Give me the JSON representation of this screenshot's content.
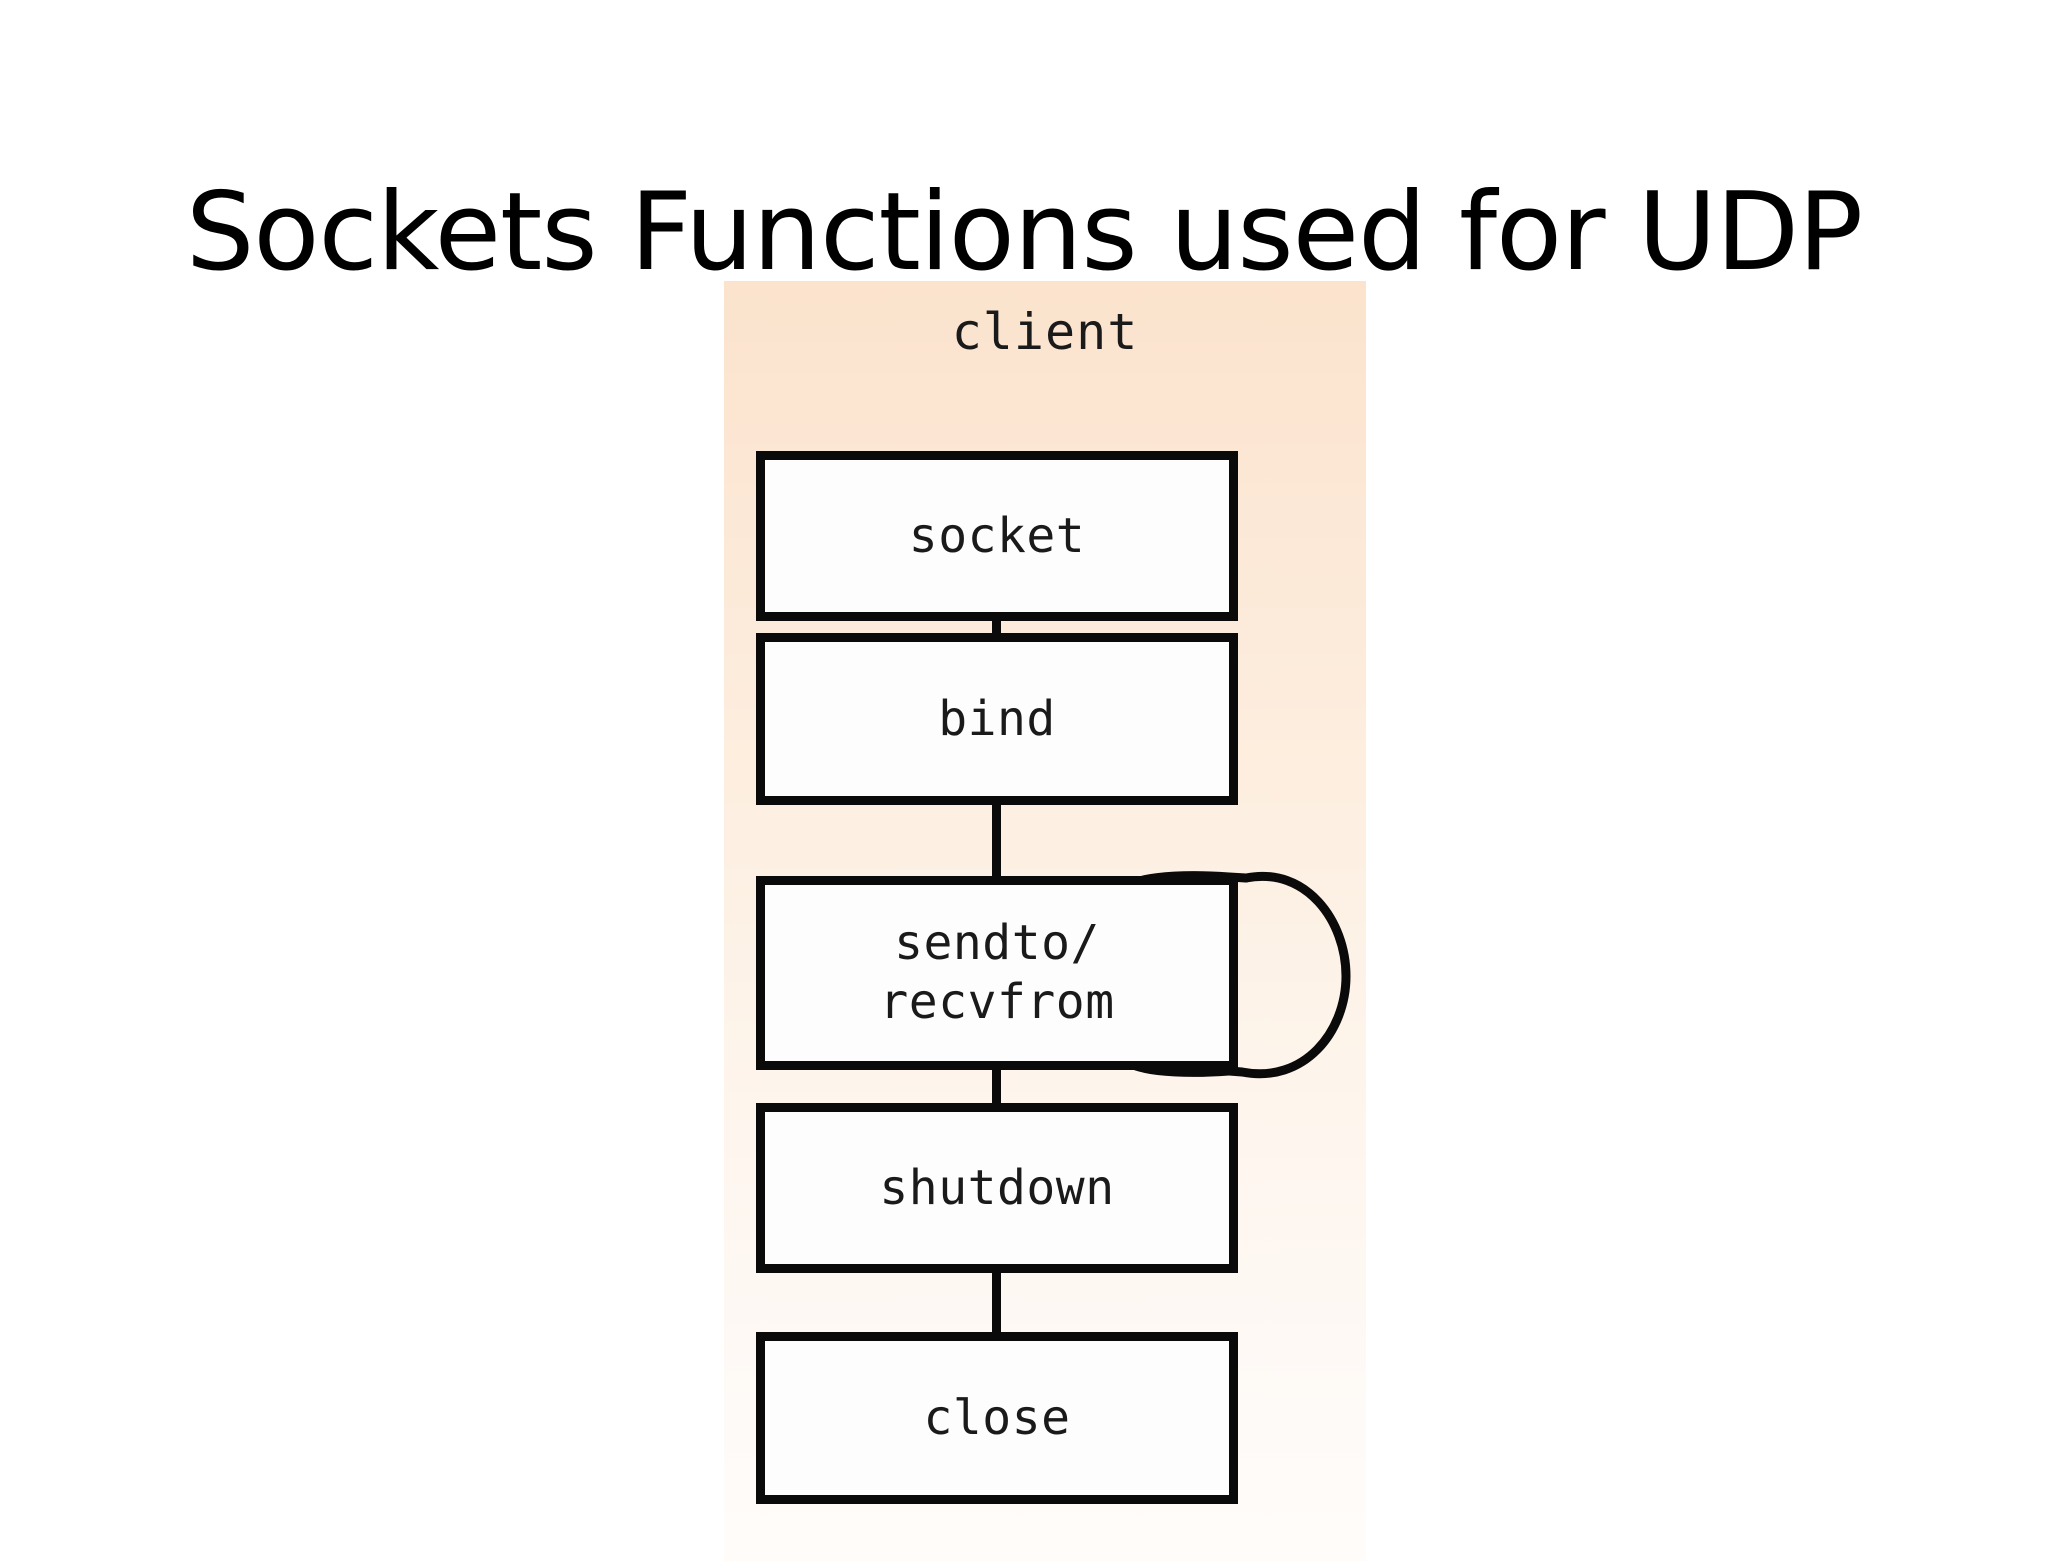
{
  "slide": {
    "title": "Sockets Functions used for UDP",
    "background_color": "#ffffff"
  },
  "diagram": {
    "name": "udp-sockets-flowchart",
    "panel_label": "client",
    "panel_gradient_top": "#fbe3cd",
    "panel_gradient_bottom": "#fffcfa",
    "box_border_color": "#0a0a0a",
    "box_fill_color": "#fdfdfd",
    "text_color": "#1a1a1a",
    "steps": [
      {
        "id": "socket",
        "label": "socket"
      },
      {
        "id": "bind",
        "label": "bind"
      },
      {
        "id": "sendto",
        "label": "sendto/\nrecvfrom"
      },
      {
        "id": "shutdown",
        "label": "shutdown"
      },
      {
        "id": "close",
        "label": "close"
      }
    ],
    "connectors": [
      {
        "from": "socket",
        "to": "bind"
      },
      {
        "from": "bind",
        "to": "sendto"
      },
      {
        "from": "sendto",
        "to": "shutdown"
      },
      {
        "from": "shutdown",
        "to": "close"
      }
    ],
    "self_loop": {
      "on": "sendto",
      "shape": "loop-ellipse",
      "side": "right"
    }
  }
}
